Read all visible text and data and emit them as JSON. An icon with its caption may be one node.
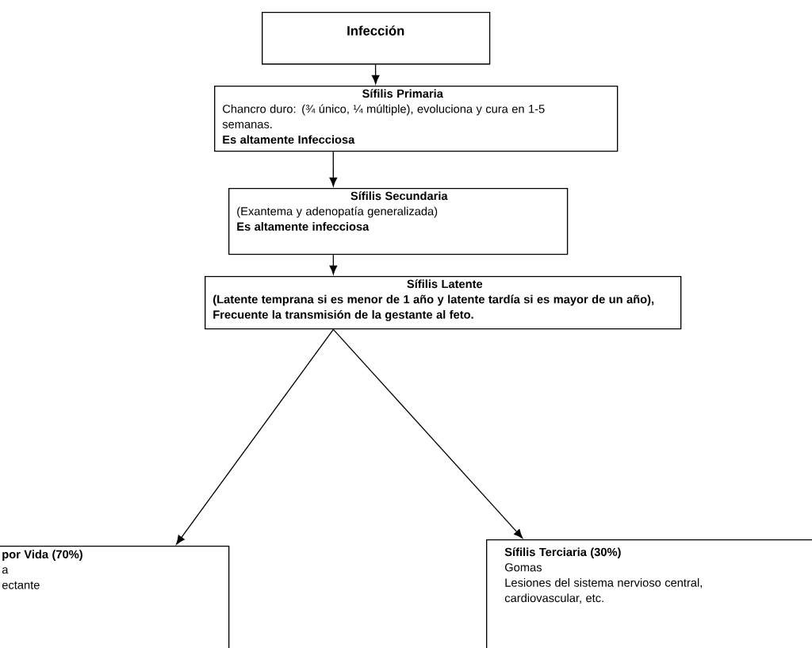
{
  "diagram": {
    "nodes": [
      {
        "text": [
          "Infección"
        ]
      },
      {
        "text": [
          "Sífilis Primaria",
          "Chancro duro: (¾ único, ¼ múltiple), evoluciona y cura en 1-5 semanas.",
          "Es altamente Infecciosa"
        ]
      },
      {
        "text": [
          "Sífilis Secundaria",
          "(Exantema y adenopatía generalizada)",
          "Es altamente infecciosa"
        ]
      },
      {
        "text": [
          "Sífilis Latente",
          "(Latente temprana si es menor de 1 año y latente tardía si es mayor de un año), Frecuente la transmisión de la gestante al feto."
        ]
      },
      {
        "text": [
          "por Vida (70%)",
          "a",
          "ectante"
        ]
      },
      {
        "text": [
          "Sífilis Terciaria (30%)",
          "Gomas",
          "Lesiones del sistema nervioso central, cardiovascular, etc."
        ]
      }
    ],
    "edges": [
      {
        "from": 0,
        "to": 1,
        "arrow": "to"
      },
      {
        "from": 1,
        "to": 2,
        "arrow": "to"
      },
      {
        "from": 2,
        "to": 3,
        "arrow": "to"
      },
      {
        "from": 3,
        "to": 4,
        "arrow": "to"
      },
      {
        "from": 3,
        "to": 5,
        "arrow": "to"
      }
    ]
  }
}
